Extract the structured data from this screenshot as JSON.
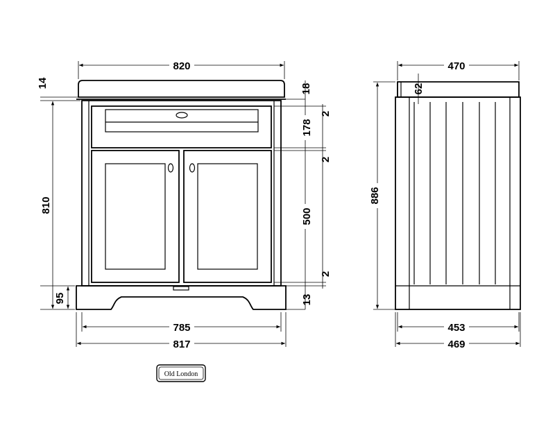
{
  "front": {
    "top_width": "820",
    "top_thickness": "14",
    "top_overhang": "18",
    "drawer_gap_top": "2",
    "drawer_height": "178",
    "drawer_gap_bottom": "2",
    "door_height": "500",
    "door_gap": "2",
    "plinth_gap": "13",
    "carcass_height": "810",
    "plinth_height": "95",
    "inner_width": "785",
    "outer_width": "817"
  },
  "side": {
    "top_depth": "470",
    "top_height": "62",
    "total_height": "886",
    "inner_depth": "453",
    "outer_depth": "469"
  },
  "logo": {
    "text": "Old London",
    "plate_text": "OLD LONDON"
  }
}
